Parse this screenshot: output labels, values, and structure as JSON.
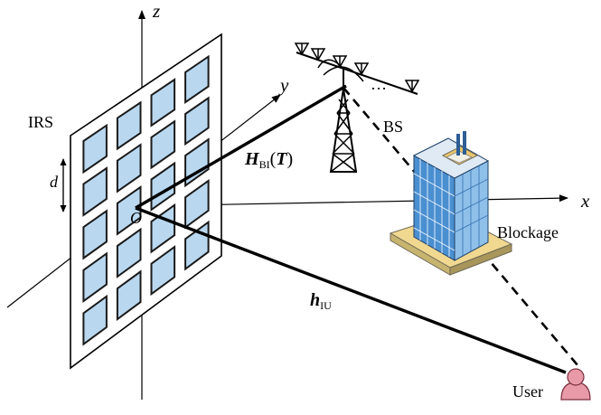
{
  "labels": {
    "irs": "IRS",
    "bs": "BS",
    "blockage": "Blockage",
    "user": "User",
    "origin": "O",
    "spacing": "d",
    "ellipsis": "…",
    "axis_x": "x",
    "axis_y": "y",
    "axis_z": "z",
    "h_bi_main": "H",
    "h_bi_sub": "BI",
    "h_bi_open": "(",
    "h_bi_arg": "T",
    "h_bi_close": ")",
    "h_iu_main": "h",
    "h_iu_sub": "IU"
  },
  "colors": {
    "irs_element_fill": "#b9d8f0",
    "irs_element_stroke": "#1a1a1a",
    "building_glass": "#4a8fd0",
    "building_glass_light": "#8fc0ea",
    "building_base": "#f0d890",
    "user_fill": "#e89aa8",
    "line": "#000000"
  },
  "icons": {
    "bs_tower": "antenna-tower-icon",
    "building": "office-building-icon",
    "user": "user-avatar-icon"
  }
}
